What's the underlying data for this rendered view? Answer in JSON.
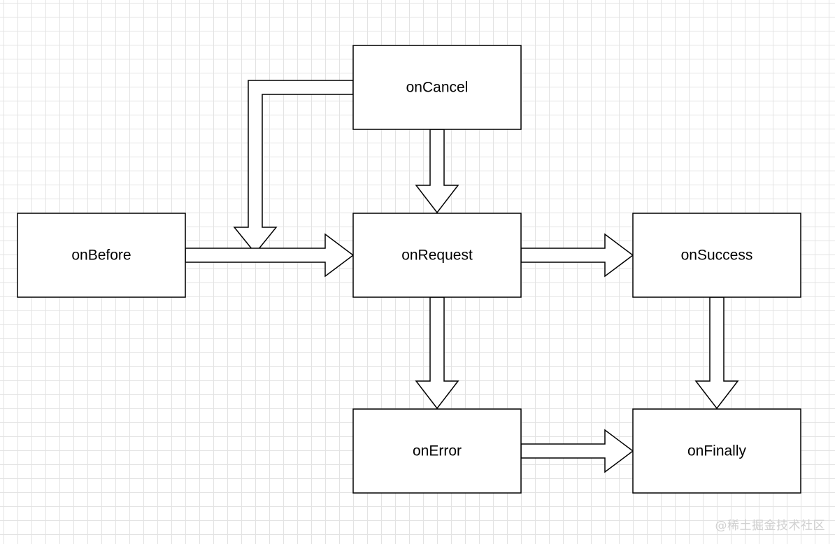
{
  "nodes": {
    "onBefore": "onBefore",
    "onCancel": "onCancel",
    "onRequest": "onRequest",
    "onSuccess": "onSuccess",
    "onError": "onError",
    "onFinally": "onFinally"
  },
  "edges": [
    {
      "from": "onBefore",
      "to": "onRequest"
    },
    {
      "from": "onCancel",
      "to": "onBefore-onRequest link"
    },
    {
      "from": "onCancel",
      "to": "onRequest"
    },
    {
      "from": "onRequest",
      "to": "onSuccess"
    },
    {
      "from": "onRequest",
      "to": "onError"
    },
    {
      "from": "onSuccess",
      "to": "onFinally"
    },
    {
      "from": "onError",
      "to": "onFinally"
    }
  ],
  "watermark": "@稀土掘金技术社区",
  "colors": {
    "stroke": "#000000",
    "fill": "#ffffff",
    "grid": "#e3e3e3",
    "watermark": "#d0d0d0"
  }
}
